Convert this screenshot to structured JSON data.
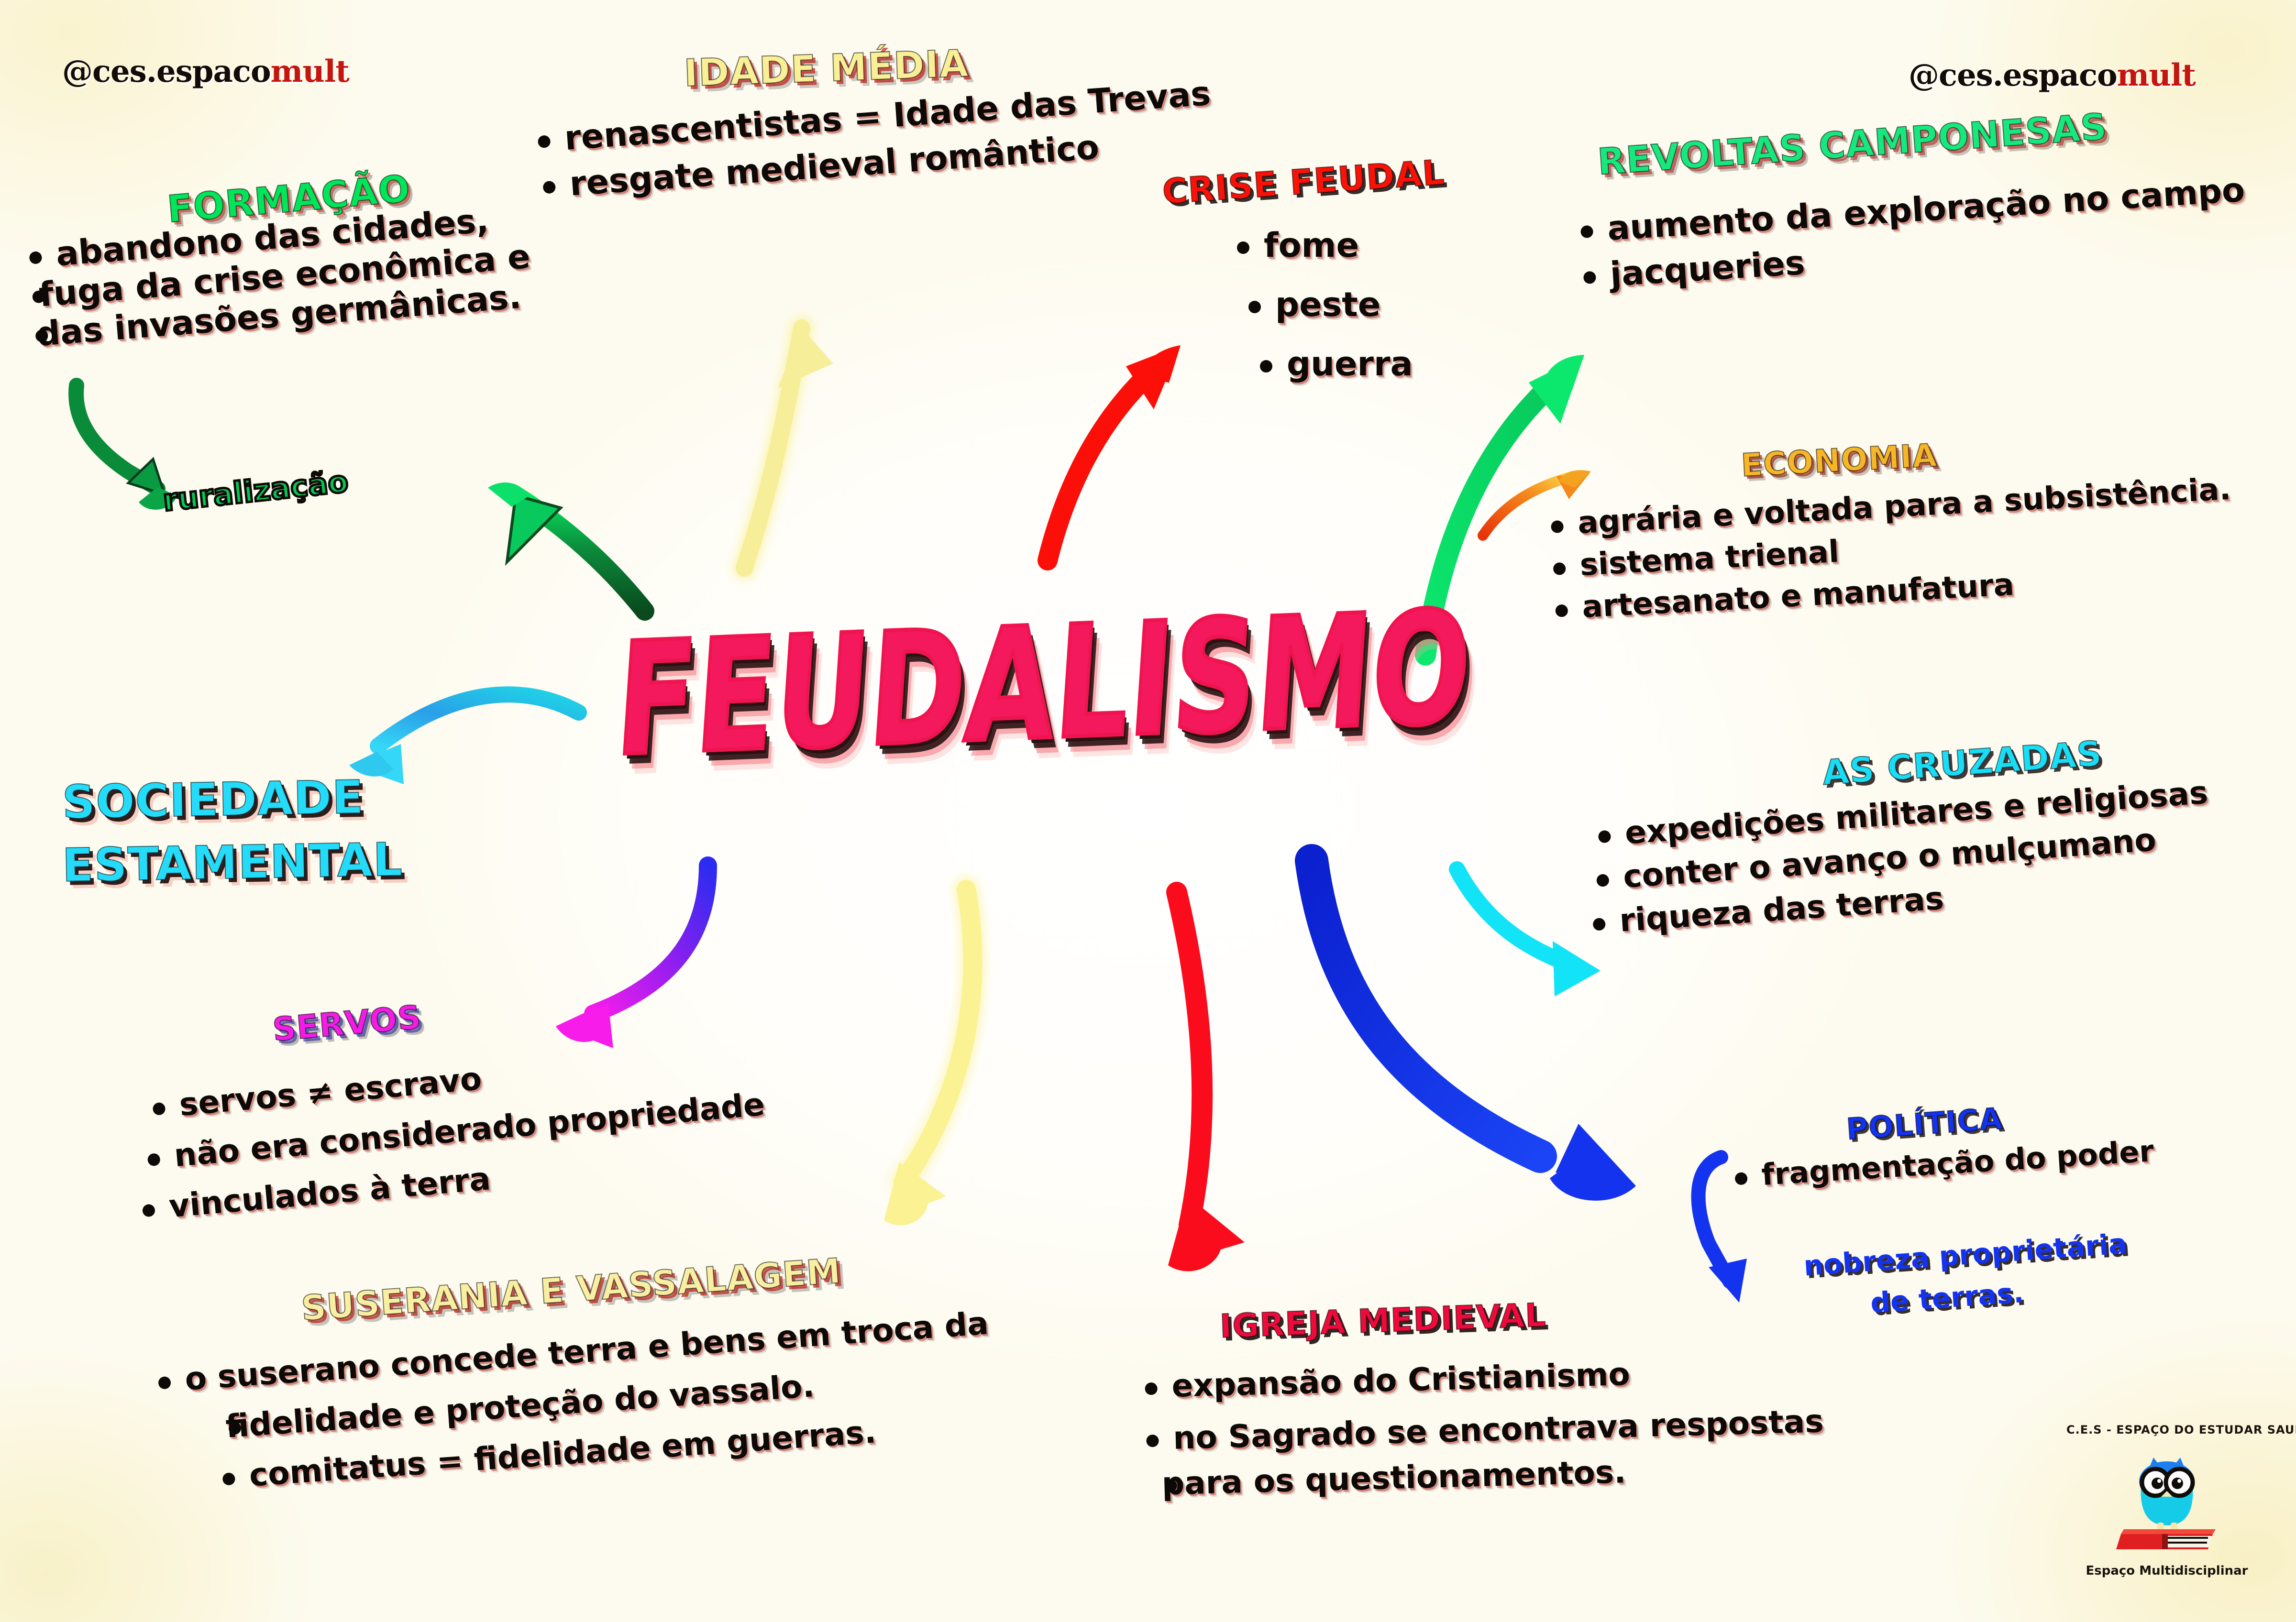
{
  "page": {
    "title": "FEUDALISMO",
    "background_color": "#fffdf2"
  },
  "watermarks": [
    {
      "prefix": "@ces.espaco",
      "suffix": "mult"
    },
    {
      "prefix": "@ces.espaco",
      "suffix": "mult"
    }
  ],
  "center": {
    "label": "FEUDALISMO",
    "color": "#f4185c"
  },
  "branches": [
    {
      "id": "formacao",
      "title": "FORMAÇÃO",
      "title_color": "#00e55a",
      "items": [
        "abandono das cidades,",
        "fuga da crise econômica e",
        "das invasões germânicas."
      ],
      "note": "ruralização",
      "note_color": "#00c853"
    },
    {
      "id": "idade-media",
      "title": "IDADE MÉDIA",
      "title_color": "#f8ef97",
      "items": [
        "renascentistas = Idade das Trevas",
        "resgate medieval romântico"
      ]
    },
    {
      "id": "crise-feudal",
      "title": "CRISE FEUDAL",
      "title_color": "#fa1208",
      "items": [
        "fome",
        "peste",
        "guerra"
      ]
    },
    {
      "id": "revoltas-camponesas",
      "title": "REVOLTAS CAMPONESAS",
      "title_color": "#17e87e",
      "items": [
        "aumento da exploração no campo",
        "jacqueries"
      ]
    },
    {
      "id": "economia",
      "title": "ECONOMIA",
      "title_color": "#f5b728",
      "items": [
        "agrária e voltada para a subsistência.",
        "sistema trienal",
        "artesanato e manufatura"
      ]
    },
    {
      "id": "as-cruzadas",
      "title": "AS CRUZADAS",
      "title_color": "#19dcf5",
      "items": [
        "expedições militares e religiosas",
        "conter o avanço o mulçumano",
        "riqueza  das terras"
      ]
    },
    {
      "id": "politica",
      "title": "POLÍTICA",
      "title_color": "#1433ef",
      "items": [
        "fragmentação do poder"
      ],
      "note_line1": "nobreza proprietária",
      "note_line2": "de terras.",
      "note_color": "#1433ef"
    },
    {
      "id": "sociedade-estamental",
      "title_line1": "SOCIEDADE",
      "title_line2": "ESTAMENTAL",
      "title_color": "#24dcfa",
      "items": []
    },
    {
      "id": "servos",
      "title": "SERVOS",
      "title_color": "#f21ce5",
      "items": [
        "servos ≠ escravo",
        "não era considerado propriedade",
        "vinculados à terra"
      ]
    },
    {
      "id": "suserania-vassalagem",
      "title": "SUSERANIA E VASSALAGEM",
      "title_color": "#f8efa3",
      "items": [
        "o suserano concede terra e bens em troca da",
        "fidelidade e proteção do vassalo.",
        "comitatus = fidelidade em guerras."
      ]
    },
    {
      "id": "igreja-medieval",
      "title": "IGREJA MEDIEVAL",
      "title_color": "#f00a3c",
      "items": [
        "expansão do Cristianismo",
        "no Sagrado se encontrava respostas",
        "para os questionamentos."
      ]
    }
  ],
  "arrows": [
    {
      "name": "arrow-to-formacao",
      "color": "#049a3f"
    },
    {
      "name": "arrow-ruralizacao",
      "color": "#0a8b3a"
    },
    {
      "name": "arrow-to-idade-media",
      "color": "#f7ee9a"
    },
    {
      "name": "arrow-to-crise-feudal",
      "color": "#fb0f08"
    },
    {
      "name": "arrow-to-revoltas",
      "color": "#0ce86e"
    },
    {
      "name": "arrow-to-economia",
      "color": "#f6881b"
    },
    {
      "name": "arrow-to-cruzadas",
      "color": "#13e3f7"
    },
    {
      "name": "arrow-to-sociedade",
      "color": "#25c0f0"
    },
    {
      "name": "arrow-to-servos",
      "color": "#ee1ce9"
    },
    {
      "name": "arrow-to-suserania",
      "color": "#fbf294"
    },
    {
      "name": "arrow-to-igreja",
      "color": "#fb0c1c"
    },
    {
      "name": "arrow-to-politica-group",
      "color": "#132be8"
    },
    {
      "name": "arrow-to-nobreza",
      "color": "#1433ef"
    }
  ],
  "logo": {
    "top_text": "C.E.S - ESPAÇO DO ESTUDAR SAUDÁVEL",
    "bottom_text": "Espaço Multidisciplinar",
    "owl_body_color": "#16cbe8",
    "owl_head_color": "#1d7ff0",
    "book_color": "#e02020"
  }
}
